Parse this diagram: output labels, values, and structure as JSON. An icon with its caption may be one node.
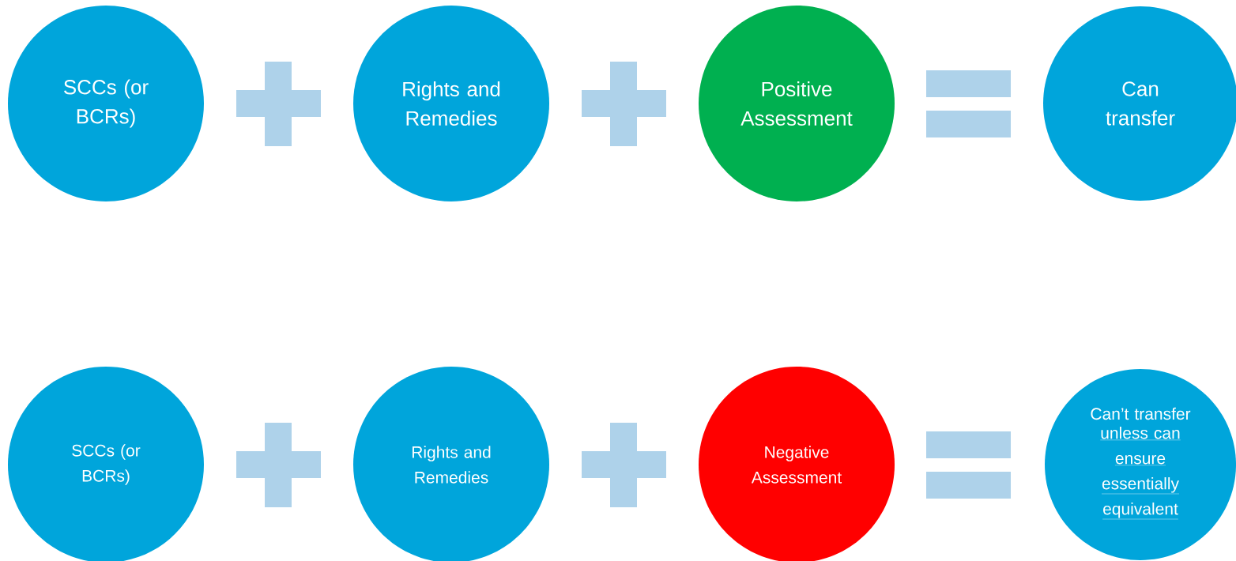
{
  "diagram": {
    "nodes": [
      {
        "text": [
          "SCCs (or BCRs)"
        ]
      },
      {
        "text": [],
        "shape": "plus"
      },
      {
        "text": [
          "Rights and Remedies"
        ]
      },
      {
        "text": [],
        "shape": "plus"
      },
      {
        "text": [
          "Positive Assessment"
        ]
      },
      {
        "text": [],
        "shape": "equals"
      },
      {
        "text": [
          "Can transfer"
        ]
      },
      {
        "text": [
          "SCCs (or BCRs)"
        ]
      },
      {
        "text": [],
        "shape": "plus"
      },
      {
        "text": [
          "Rights and Remedies"
        ]
      },
      {
        "text": [],
        "shape": "plus"
      },
      {
        "text": [
          "Negative Assessment"
        ]
      },
      {
        "text": [],
        "shape": "equals"
      },
      {
        "text": [
          "Can’t transfer",
          "unless can ensure essentially equivalent"
        ]
      }
    ]
  }
}
